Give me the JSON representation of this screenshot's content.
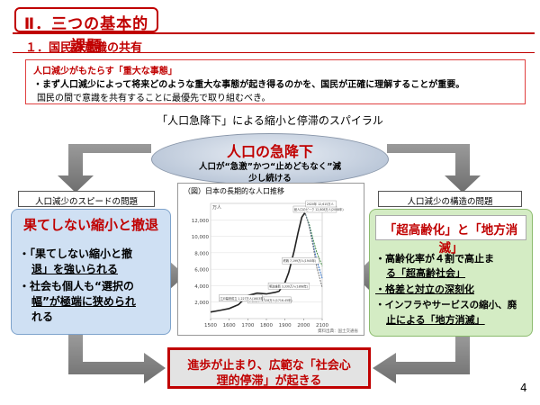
{
  "header": {
    "section_title": "Ⅱ．三つの基本的課題",
    "subsection_title": "１．国民の意識の共有"
  },
  "intro": {
    "heading": "人口減少がもたらす「重大な事態」",
    "line1": "・まず人口減少によって将来どのような重大な事態が起き得るのかを、国民が正確に理解することが重要。",
    "line2": "国民の間で意識を共有することに最優先で取り組むべき。"
  },
  "spiral_title": "「人口急降下」による縮小と停滞のスパイラル",
  "oval": {
    "title": "人口の急降下",
    "sub1": "人口が“急激”かつ“止めどもなく”減",
    "sub2": "少し続ける"
  },
  "left_tag": "人口減少のスピードの問題",
  "right_tag": "人口減少の構造の問題",
  "left_box": {
    "title": "果てしない縮小と撤退",
    "items": [
      "・「果てしない縮小と撤",
      "退」を強いられる",
      "・社会も個人も“選択の",
      "幅”が極端に狭められ",
      "れる"
    ]
  },
  "right_box": {
    "title": "「超高齢化」と「地方消滅」",
    "items": [
      "・高齢化率が４割で高止ま",
      "る「超高齢社会」",
      "・格差と対立の深刻化",
      "・インフラやサービスの縮小、廃",
      "止による「地方消滅」"
    ]
  },
  "bottom_box": {
    "line1": "進歩が止まり、広範な「社会心",
    "line2": "理的停滞」が起きる"
  },
  "page_number": "4",
  "chart_data": {
    "type": "line",
    "title": "（図）日本の長期的な人口推移",
    "ylabel": "万人",
    "ylim": [
      0,
      14000
    ],
    "xlim": [
      1500,
      2100
    ],
    "yticks": [
      "12,000",
      "10,000",
      "8,000",
      "6,000",
      "4,000",
      "2,000"
    ],
    "yticks_values": [
      12000,
      10000,
      8000,
      6000,
      4000,
      2000
    ],
    "xticks": [
      "1500",
      "1600",
      "1700",
      "1800",
      "1900",
      "2000",
      "2100"
    ],
    "series": [
      {
        "x": [
          1500,
          1550,
          1600,
          1650,
          1700,
          1750,
          1800,
          1850,
          1868,
          1900,
          1920,
          1950,
          1970,
          1990,
          2004,
          2010
        ],
        "y": [
          800,
          1000,
          1227,
          1700,
          2800,
          3100,
          3000,
          3200,
          3330,
          4400,
          5600,
          8300,
          10400,
          12300,
          12780,
          12700
        ]
      },
      {
        "x": [
          2010,
          2030,
          2050,
          2070,
          2100
        ],
        "y": [
          12700,
          11500,
          9700,
          8100,
          6400
        ]
      },
      {
        "x": [
          2010,
          2030,
          2050,
          2070,
          2100
        ],
        "y": [
          12700,
          11300,
          9200,
          7100,
          4900
        ]
      },
      {
        "x": [
          2010,
          2030,
          2050,
          2070,
          2100
        ],
        "y": [
          12700,
          11200,
          8900,
          6300,
          3800
        ]
      }
    ],
    "annotations": [
      "総人口のピーク 12,808万人(2008年)",
      "2020年 12,615万人",
      "終戦 7,199万人(1945年)",
      "明治維新 3,330万人(1868年)",
      "享保改革 3,128万人(1716-45年)",
      "江戸幕府成立 1,227万人(1603年)"
    ],
    "source": "資料出典：国土交通省"
  }
}
